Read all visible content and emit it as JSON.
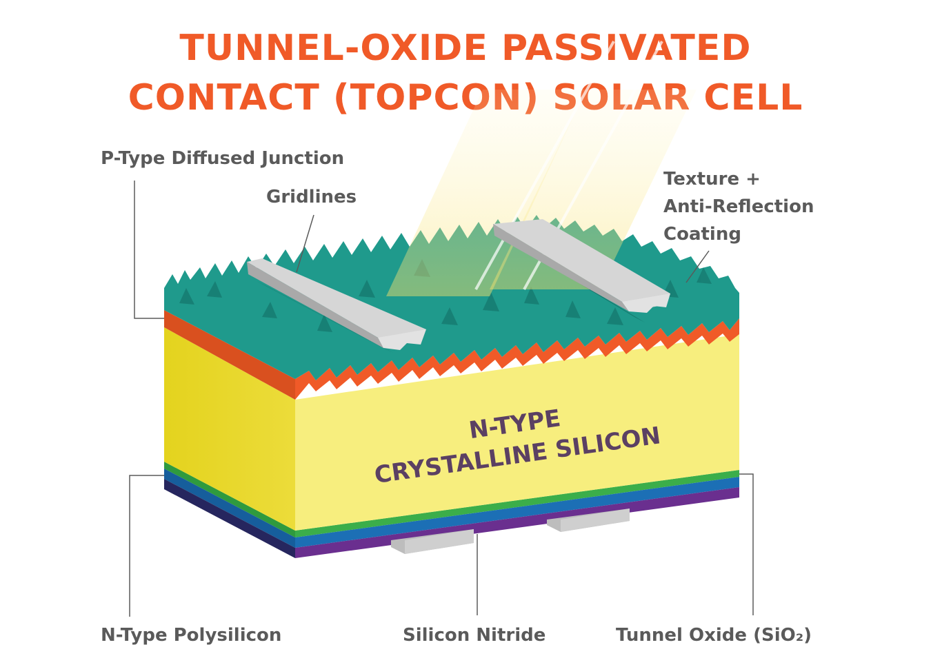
{
  "title": {
    "line1": "TUNNEL-OXIDE PASSIVATED",
    "line2": "CONTACT (TOPCON) SOLAR CELL"
  },
  "labels": {
    "p_type": "P-Type Diffused Junction",
    "gridlines": "Gridlines",
    "texture_line1": "Texture +",
    "texture_line2": "Anti-Reflection",
    "texture_line3": "Coating",
    "n_type_line1": "N-TYPE",
    "n_type_line2": "CRYSTALLINE SILICON",
    "n_poly": "N-Type Polysilicon",
    "silicon_nitride": "Silicon Nitride",
    "tunnel_oxide": "Tunnel Oxide (SiO₂)"
  },
  "colors": {
    "title": "#f05a28",
    "label": "#5a5a5a",
    "center_text": "#5b4063",
    "teal": "#1f9a8c",
    "teal_dark": "#167a70",
    "orange": "#f05a28",
    "yellow_front": "#f7ee7e",
    "yellow_side": "#e8d72a",
    "green": "#3bae4a",
    "blue": "#1c6fb5",
    "purple": "#6a2f8f",
    "navy": "#2c2c6e",
    "gridline": "#cfcfcf",
    "light_beam": "#fbe98a"
  }
}
